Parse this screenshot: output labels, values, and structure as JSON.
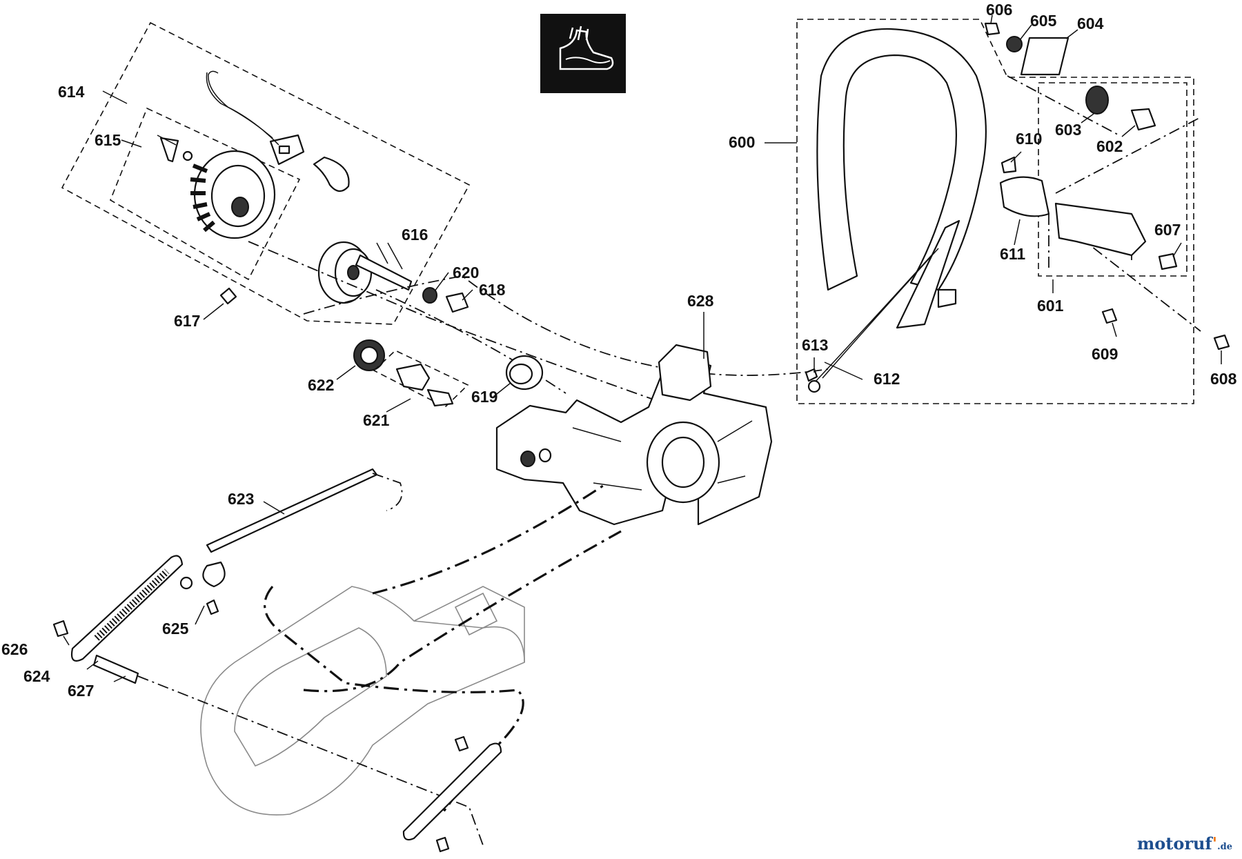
{
  "diagram": {
    "labels": {
      "p600": "600",
      "p601": "601",
      "p602": "602",
      "p603": "603",
      "p604": "604",
      "p605": "605",
      "p606": "606",
      "p607": "607",
      "p608": "608",
      "p609": "609",
      "p610": "610",
      "p611": "611",
      "p612": "612",
      "p613": "613",
      "p614": "614",
      "p615": "615",
      "p616": "616",
      "p617": "617",
      "p618": "618",
      "p619": "619",
      "p620": "620",
      "p621": "621",
      "p622": "622",
      "p623": "623",
      "p624": "624",
      "p625": "625",
      "p626": "626",
      "p627": "627",
      "p628": "628"
    },
    "badge_icon": "chainsaw-boot-protection-icon"
  },
  "watermark": {
    "main": "motoruf",
    "accent": "'",
    "suffix": ".de"
  },
  "colors": {
    "watermark_blue": "#1d4e8f",
    "watermark_orange": "#f07a1a",
    "line": "#111111",
    "badge": "#111111"
  }
}
